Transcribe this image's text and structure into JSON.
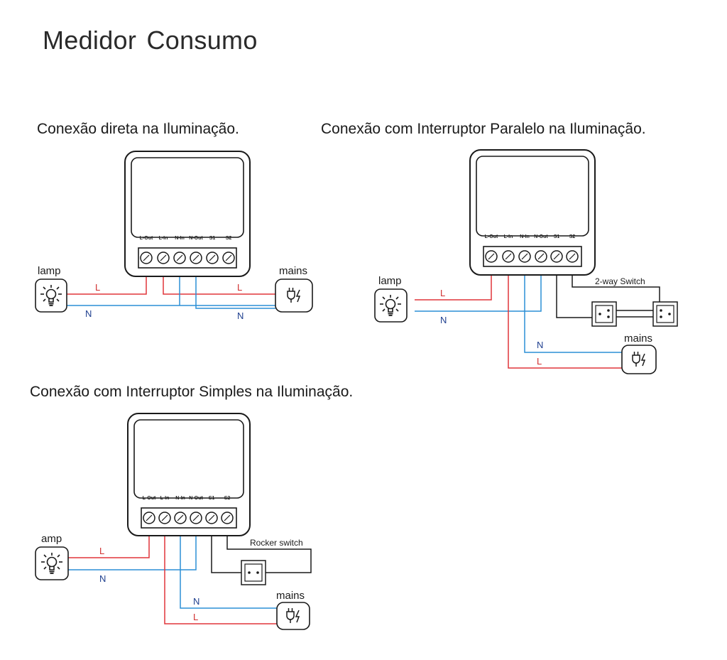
{
  "title": "Medidor  Consumo",
  "colors": {
    "live": "#e0353a",
    "neutral": "#2b8fd6",
    "device": "#1a1a1a"
  },
  "sections": [
    {
      "title": "Conexão direta na Iluminação.",
      "terminals": [
        "L-Out",
        "L-In",
        "N-In",
        "N-Out",
        "S1",
        "S2"
      ],
      "lamp_label": "lamp",
      "mains_label": "mains",
      "wires": {
        "l1": "L",
        "n1": "N",
        "l2": "L",
        "n2": "N"
      },
      "icons": {
        "lamp": "light-bulb-icon",
        "mains": "plug-lightning-icon"
      }
    },
    {
      "title": "Conexão com Interruptor Paralelo na Iluminação.",
      "terminals": [
        "L-Out",
        "L-In",
        "N-In",
        "N-Out",
        "S1",
        "S2"
      ],
      "lamp_label": "lamp",
      "mains_label": "mains",
      "switch_label": "2-way Switch",
      "wires": {
        "l1": "L",
        "n1": "N",
        "l2": "L",
        "n2": "N"
      },
      "icons": {
        "lamp": "light-bulb-icon",
        "mains": "plug-lightning-icon",
        "switch": "two-way-switch-icon"
      }
    },
    {
      "title": "Conexão com Interruptor Simples na Iluminação.",
      "terminals": [
        "L-Out",
        "L-In",
        "N-In",
        "N-Out",
        "S1",
        "S2"
      ],
      "lamp_label": "amp",
      "mains_label": "mains",
      "switch_label": "Rocker switch",
      "wires": {
        "l1": "L",
        "n1": "N",
        "l2": "L",
        "n2": "N"
      },
      "icons": {
        "lamp": "light-bulb-icon",
        "mains": "plug-lightning-icon",
        "switch": "rocker-switch-icon"
      }
    }
  ]
}
